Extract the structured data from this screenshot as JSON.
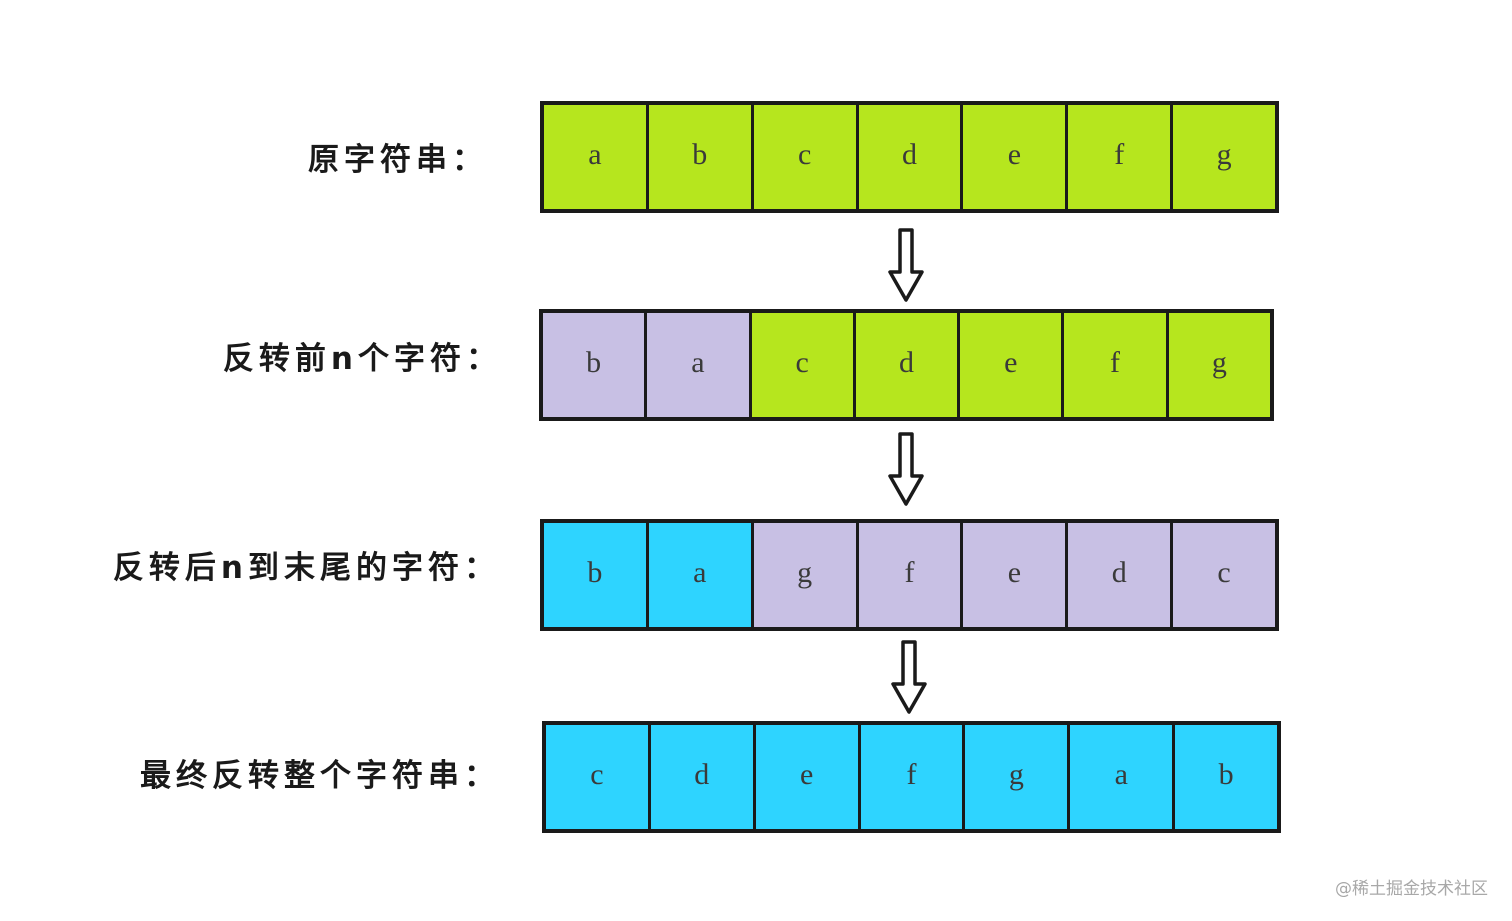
{
  "colors": {
    "green": "#b6e61e",
    "purple": "#c8c0e4",
    "cyan": "#2ed4ff",
    "border": "#1a1a1a"
  },
  "rows": [
    {
      "label": "原字符串：",
      "cells": [
        {
          "char": "a",
          "color": "green"
        },
        {
          "char": "b",
          "color": "green"
        },
        {
          "char": "c",
          "color": "green"
        },
        {
          "char": "d",
          "color": "green"
        },
        {
          "char": "e",
          "color": "green"
        },
        {
          "char": "f",
          "color": "green"
        },
        {
          "char": "g",
          "color": "green"
        }
      ]
    },
    {
      "label": "反转前n个字符：",
      "cells": [
        {
          "char": "b",
          "color": "purple"
        },
        {
          "char": "a",
          "color": "purple"
        },
        {
          "char": "c",
          "color": "green"
        },
        {
          "char": "d",
          "color": "green"
        },
        {
          "char": "e",
          "color": "green"
        },
        {
          "char": "f",
          "color": "green"
        },
        {
          "char": "g",
          "color": "green"
        }
      ]
    },
    {
      "label": "反转后n到末尾的字符：",
      "cells": [
        {
          "char": "b",
          "color": "cyan"
        },
        {
          "char": "a",
          "color": "cyan"
        },
        {
          "char": "g",
          "color": "purple"
        },
        {
          "char": "f",
          "color": "purple"
        },
        {
          "char": "e",
          "color": "purple"
        },
        {
          "char": "d",
          "color": "purple"
        },
        {
          "char": "c",
          "color": "purple"
        }
      ]
    },
    {
      "label": "最终反转整个字符串：",
      "cells": [
        {
          "char": "c",
          "color": "cyan"
        },
        {
          "char": "d",
          "color": "cyan"
        },
        {
          "char": "e",
          "color": "cyan"
        },
        {
          "char": "f",
          "color": "cyan"
        },
        {
          "char": "g",
          "color": "cyan"
        },
        {
          "char": "a",
          "color": "cyan"
        },
        {
          "char": "b",
          "color": "cyan"
        }
      ]
    }
  ],
  "watermark": "@稀土掘金技术社区"
}
